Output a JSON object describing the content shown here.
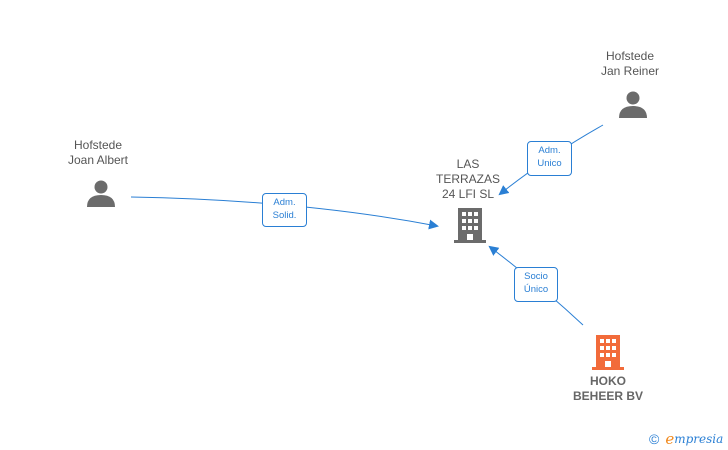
{
  "colors": {
    "edge": "#2a7fd4",
    "person": "#6b6b6b",
    "company": "#6b6b6b",
    "highlight_company": "#f26b3a",
    "brand_orange": "#f28a1e"
  },
  "nodes": {
    "person_joan": {
      "line1": "Hofstede",
      "line2": "Joan Albert",
      "icon": "person-icon"
    },
    "person_jan": {
      "line1": "Hofstede",
      "line2": "Jan Reiner",
      "icon": "person-icon"
    },
    "company_terrazas": {
      "line1": "LAS",
      "line2": "TERRAZAS",
      "line3": "24 LFI SL",
      "icon": "building-icon"
    },
    "company_hoko": {
      "line1": "HOKO",
      "line2": "BEHEER BV",
      "icon": "building-icon"
    }
  },
  "edges": {
    "joan_to_terrazas": {
      "line1": "Adm.",
      "line2": "Solid."
    },
    "jan_to_terrazas": {
      "line1": "Adm.",
      "line2": "Unico"
    },
    "hoko_to_terrazas": {
      "line1": "Socio",
      "line2": "Único"
    }
  },
  "footer": {
    "copyright_symbol": "©",
    "brand_first": "e",
    "brand_rest": "mpresia"
  }
}
